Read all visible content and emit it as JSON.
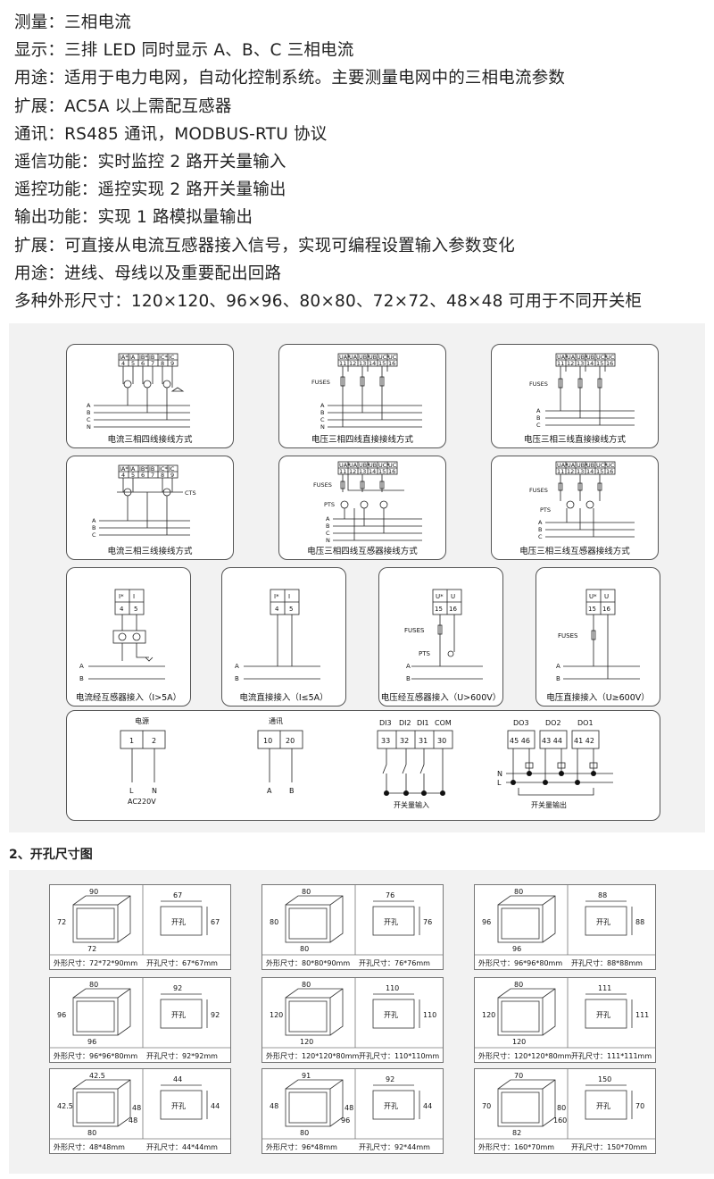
{
  "spec_lines": [
    "测量：三相电流",
    "显示：三排 LED 同时显示 A、B、C 三相电流",
    "用途：适用于电力电网，自动化控制系统。主要测量电网中的三相电流参数",
    "扩展：AC5A 以上需配互感器",
    "通讯：RS485 通讯，MODBUS-RTU 协议",
    "遥信功能：实时监控 2 路开关量输入",
    "遥控功能：遥控实现 2 路开关量输出",
    "输出功能：实现 1 路模拟量输出",
    "扩展：可直接从电流互感器接入信号，实现可编程设置输入参数变化",
    "用途：进线、母线以及重要配出回路",
    "多种外形尺寸：120×120、96×96、80×80、72×72、48×48 可用于不同开关柜"
  ],
  "wiring": {
    "cards": [
      "电流三相四线接线方式",
      "电压三相四线直接接线方式",
      "电压三相三线直接接线方式",
      "电流三相三线接线方式",
      "电压三相四线互感器接线方式",
      "电压三相三线互感器接线方式",
      "电流经互感器接入（I>5A）",
      "电流直接接入（I≤5A）",
      "电压经互感器接入（U>600V）",
      "电压直接接入（U≥600V）"
    ],
    "labels": {
      "fuses": "FUSES",
      "pts": "PTS",
      "cts": "CTS",
      "phase_a": "A",
      "phase_b": "B",
      "phase_c": "C",
      "neutral": "N",
      "current_heads4": [
        "IA*",
        "IA",
        "IB*",
        "IB",
        "IC*",
        "IC"
      ],
      "current_nums4": [
        "4",
        "5",
        "6",
        "7",
        "8",
        "9"
      ],
      "voltage_heads": [
        "UA*",
        "UA",
        "UB*",
        "UB",
        "UC*",
        "UC"
      ],
      "voltage_nums": [
        "11",
        "12",
        "13",
        "14",
        "15",
        "16"
      ],
      "single_current_heads": [
        "I*",
        "I"
      ],
      "single_current_nums": [
        "4",
        "5"
      ],
      "single_voltage_heads": [
        "U*",
        "U"
      ],
      "single_voltage_nums": [
        "15",
        "16"
      ]
    },
    "bottom": {
      "power_title": "电源",
      "power_terms": [
        "1",
        "2"
      ],
      "power_lines": [
        "L",
        "N"
      ],
      "power_note": "AC220V",
      "comm_title": "通讯",
      "comm_terms": [
        "10",
        "20"
      ],
      "comm_lines": [
        "A",
        "B"
      ],
      "di_heads": [
        "DI3",
        "DI2",
        "DI1",
        "COM"
      ],
      "di_terms": [
        "33",
        "32",
        "31",
        "30"
      ],
      "di_caption": "开关量输入",
      "do_heads": [
        "DO3",
        "DO2",
        "DO1"
      ],
      "do_terms": [
        "45 46",
        "43 44",
        "41 42"
      ],
      "do_lines": [
        "N",
        "L"
      ],
      "do_caption": "开关量输出"
    }
  },
  "section2_title": "2、开孔尺寸图",
  "dimensions": [
    {
      "w": "90",
      "h": "72",
      "d": "72",
      "size": "外形尺寸：72*72*90mm",
      "cw": "67",
      "ch": "67",
      "hole": "开孔",
      "cut": "开孔尺寸：67*67mm"
    },
    {
      "w": "80",
      "h": "80",
      "d": "80",
      "size": "外形尺寸：80*80*90mm",
      "cw": "76",
      "ch": "76",
      "hole": "开孔",
      "cut": "开孔尺寸：76*76mm"
    },
    {
      "w": "80",
      "h": "96",
      "d": "96",
      "size": "外形尺寸：96*96*80mm",
      "cw": "88",
      "ch": "88",
      "hole": "开孔",
      "cut": "开孔尺寸：88*88mm"
    },
    {
      "w": "80",
      "h": "96",
      "d": "96",
      "size": "外形尺寸：96*96*80mm",
      "cw": "92",
      "ch": "92",
      "hole": "开孔",
      "cut": "开孔尺寸：92*92mm"
    },
    {
      "w": "80",
      "h": "120",
      "d": "120",
      "size": "外形尺寸：120*120*80mm",
      "cw": "110",
      "ch": "110",
      "hole": "开孔",
      "cut": "开孔尺寸：110*110mm"
    },
    {
      "w": "80",
      "h": "120",
      "d": "120",
      "size": "外形尺寸：120*120*80mm",
      "cw": "111",
      "ch": "111",
      "hole": "开孔",
      "cut": "开孔尺寸：111*111mm"
    },
    {
      "w": "42.5",
      "h": "42.5",
      "d": "80",
      "extra": "48",
      "extra2": "48",
      "size": "外形尺寸：48*48mm",
      "cw": "44",
      "ch": "44",
      "hole": "开孔",
      "cut": "开孔尺寸：44*44mm"
    },
    {
      "w": "91",
      "h": "48",
      "d": "80",
      "extra": "48",
      "extra2": "96",
      "size": "外形尺寸：96*48mm",
      "cw": "92",
      "ch": "44",
      "hole": "开孔",
      "cut": "开孔尺寸：92*44mm"
    },
    {
      "w": "70",
      "h": "70",
      "d": "82",
      "extra": "80",
      "extra2": "160",
      "size": "外形尺寸：160*70mm",
      "cw": "150",
      "ch": "70",
      "hole": "开孔",
      "cut": "开孔尺寸：150*70mm"
    }
  ]
}
